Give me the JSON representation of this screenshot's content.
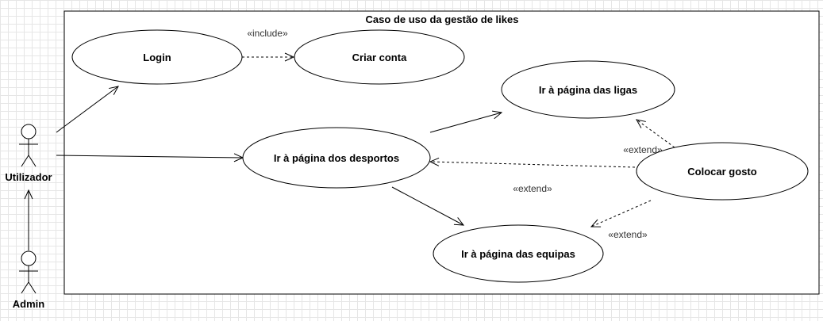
{
  "diagram": {
    "title": "Caso de uso da gestão de likes",
    "actors": {
      "utilizador": "Utilizador",
      "admin": "Admin"
    },
    "use_cases": {
      "login": "Login",
      "criar_conta": "Criar conta",
      "ligas": "Ir à página das ligas",
      "desportos": "Ir à página dos desportos",
      "colocar_gosto": "Colocar gosto",
      "equipas": "Ir à página das equipas"
    },
    "relations": {
      "include": "«include»",
      "extend_ligas": "«extend»",
      "extend_desportos": "«extend»",
      "extend_equipas": "«extend»"
    }
  }
}
